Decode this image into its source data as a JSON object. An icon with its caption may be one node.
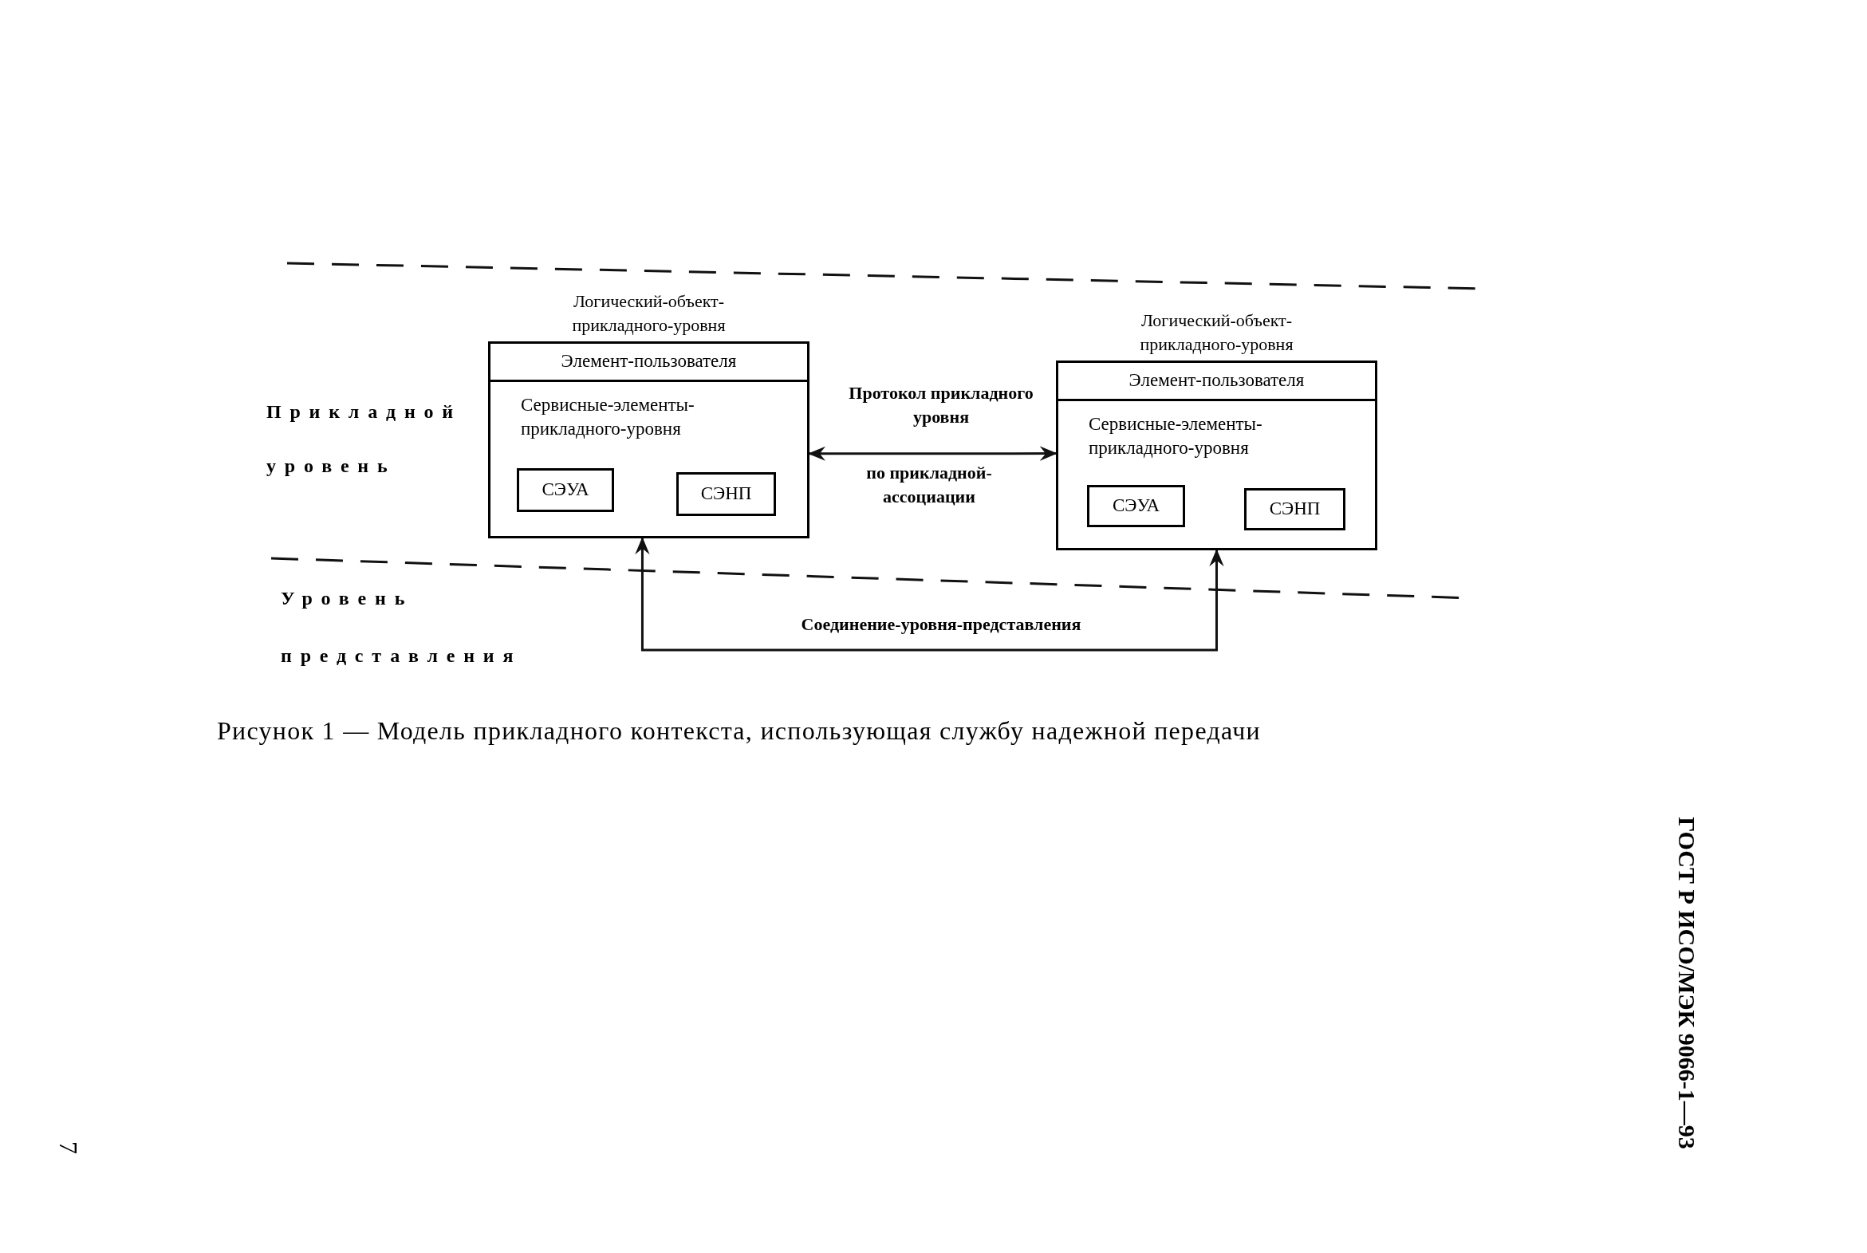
{
  "diagram": {
    "caption": "Рисунок 1 — Модель прикладного контекста, использующая службу надежной передачи",
    "nodes": [
      {
        "text": [
          "Логический-объект-прикладного-уровня",
          "Сервисные-элементы-прикладного-уровня"
        ]
      },
      {
        "text": [
          "Элемент-пользователя"
        ],
        "in": 0
      },
      {
        "text": [
          "СЭУА"
        ],
        "in": 0
      },
      {
        "text": [
          "СЭНП"
        ],
        "in": 0
      },
      {
        "text": [
          "Логический-объект-прикладного-уровня",
          "Сервисные-элементы-прикладного-уровня"
        ]
      },
      {
        "text": [
          "Элемент-пользователя"
        ],
        "in": 4
      },
      {
        "text": [
          "СЭУА"
        ],
        "in": 4
      },
      {
        "text": [
          "СЭНП"
        ],
        "in": 4
      }
    ],
    "edges": [
      {
        "from": 0,
        "to": 4,
        "arrow": "both",
        "label": "Протокол прикладного уровня"
      },
      {
        "from": 0,
        "to": 4,
        "arrow": "both",
        "label": "Соединение-уровня-представления"
      }
    ],
    "labels": [
      "Прикладной уровень",
      "Уровень представления",
      "по прикладной-ассоциации",
      "ГОСТ Р ИСО/МЭК 9066-1—93",
      "7"
    ]
  }
}
